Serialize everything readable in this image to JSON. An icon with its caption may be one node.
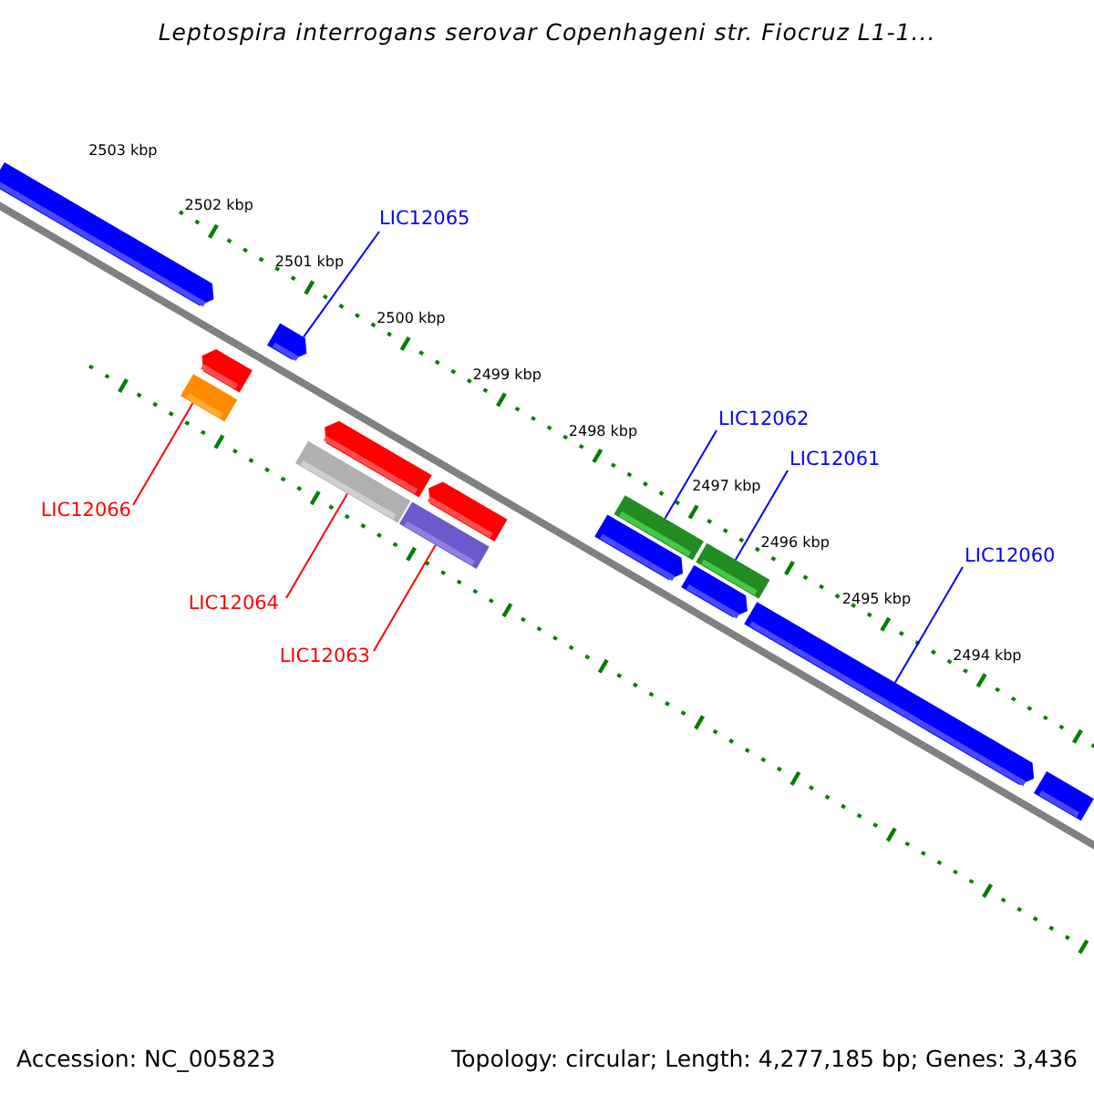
{
  "diagram": {
    "title": "Leptospira interrogans serovar Copenhageni str. Fiocruz L1-1...",
    "nodes": [
      {
        "text": [
          "LIC12065"
        ]
      },
      {
        "text": [
          "LIC12062"
        ]
      },
      {
        "text": [
          "LIC12061"
        ]
      },
      {
        "text": [
          "LIC12060"
        ]
      },
      {
        "text": [
          "LIC12066"
        ]
      },
      {
        "text": [
          "LIC12064"
        ]
      },
      {
        "text": [
          "LIC12063"
        ]
      },
      {
        "text": [],
        "shape": "arrow"
      },
      {
        "text": [],
        "shape": "arrow"
      },
      {
        "text": [],
        "shape": "bar"
      },
      {
        "text": [],
        "shape": "arrow"
      },
      {
        "text": [],
        "shape": "bar"
      },
      {
        "text": [],
        "shape": "arrow"
      },
      {
        "text": [],
        "shape": "bar"
      },
      {
        "text": [],
        "shape": "arrow"
      },
      {
        "text": [],
        "shape": "arrow"
      },
      {
        "text": [],
        "shape": "bar"
      },
      {
        "text": [],
        "shape": "arrow"
      },
      {
        "text": [],
        "shape": "bar"
      },
      {
        "text": [],
        "shape": "arrow"
      },
      {
        "text": [],
        "shape": "bar"
      }
    ],
    "edges": [
      {
        "from": 0,
        "to": 10,
        "arrow": "none"
      },
      {
        "from": 1,
        "to": 16,
        "arrow": "none"
      },
      {
        "from": 2,
        "to": 18,
        "arrow": "none"
      },
      {
        "from": 3,
        "to": 19,
        "arrow": "none"
      },
      {
        "from": 4,
        "to": 9,
        "arrow": "none",
        "color": "#ff0000"
      },
      {
        "from": 5,
        "to": 11,
        "arrow": "none",
        "color": "#ff0000"
      },
      {
        "from": 6,
        "to": 13,
        "arrow": "none",
        "color": "#ff0000"
      }
    ],
    "labels": [
      "2503 kbp",
      "2502 kbp",
      "2501 kbp",
      "2500 kbp",
      "2499 kbp",
      "2498 kbp",
      "2497 kbp",
      "2496 kbp",
      "2495 kbp",
      "2494 kbp",
      "Accession: NC_005823",
      "Topology: circular; Length: 4,277,185 bp; Genes: 3,436"
    ]
  }
}
